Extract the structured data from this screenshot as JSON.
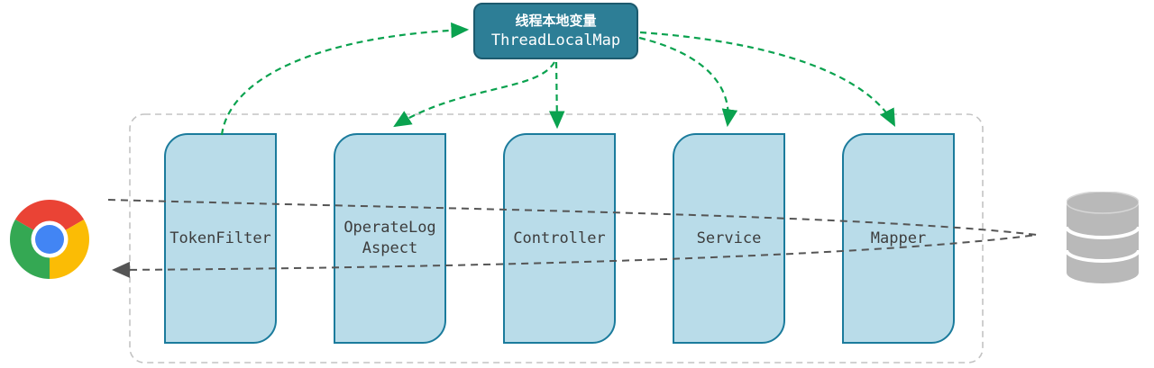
{
  "diagram": {
    "title_box": {
      "line1": "线程本地变量",
      "line2": "ThreadLocalMap"
    },
    "stages": [
      {
        "id": "token-filter",
        "label": "TokenFilter"
      },
      {
        "id": "operate-log-aspect",
        "label": "OperateLog Aspect"
      },
      {
        "id": "controller",
        "label": "Controller"
      },
      {
        "id": "service",
        "label": "Service"
      },
      {
        "id": "mapper",
        "label": "Mapper"
      }
    ],
    "icons": {
      "left": "chrome-browser-icon",
      "right": "database-icon"
    },
    "edges": {
      "green_links": [
        {
          "from": "token-filter",
          "to": "thread-local-map"
        },
        {
          "from": "thread-local-map",
          "to": "operate-log-aspect"
        },
        {
          "from": "thread-local-map",
          "to": "controller"
        },
        {
          "from": "thread-local-map",
          "to": "service"
        },
        {
          "from": "thread-local-map",
          "to": "mapper"
        }
      ],
      "gray_flow": {
        "from": "browser",
        "through": [
          "token-filter",
          "operate-log-aspect",
          "controller",
          "service",
          "mapper"
        ],
        "to": "database",
        "returns_to": "browser",
        "style": "dashed-loop"
      }
    },
    "colors": {
      "stage_fill": "#b9dce9",
      "stage_border": "#1b7b9c",
      "title_box_fill": "#2d7e96",
      "title_box_border": "#1c5a6e",
      "arrow_green": "#0aa24f",
      "flow_gray": "#555555",
      "boundary_gray": "#c3c3c3",
      "label_text": "#3d3d3d",
      "database_gray": "#b9b9b9"
    }
  }
}
